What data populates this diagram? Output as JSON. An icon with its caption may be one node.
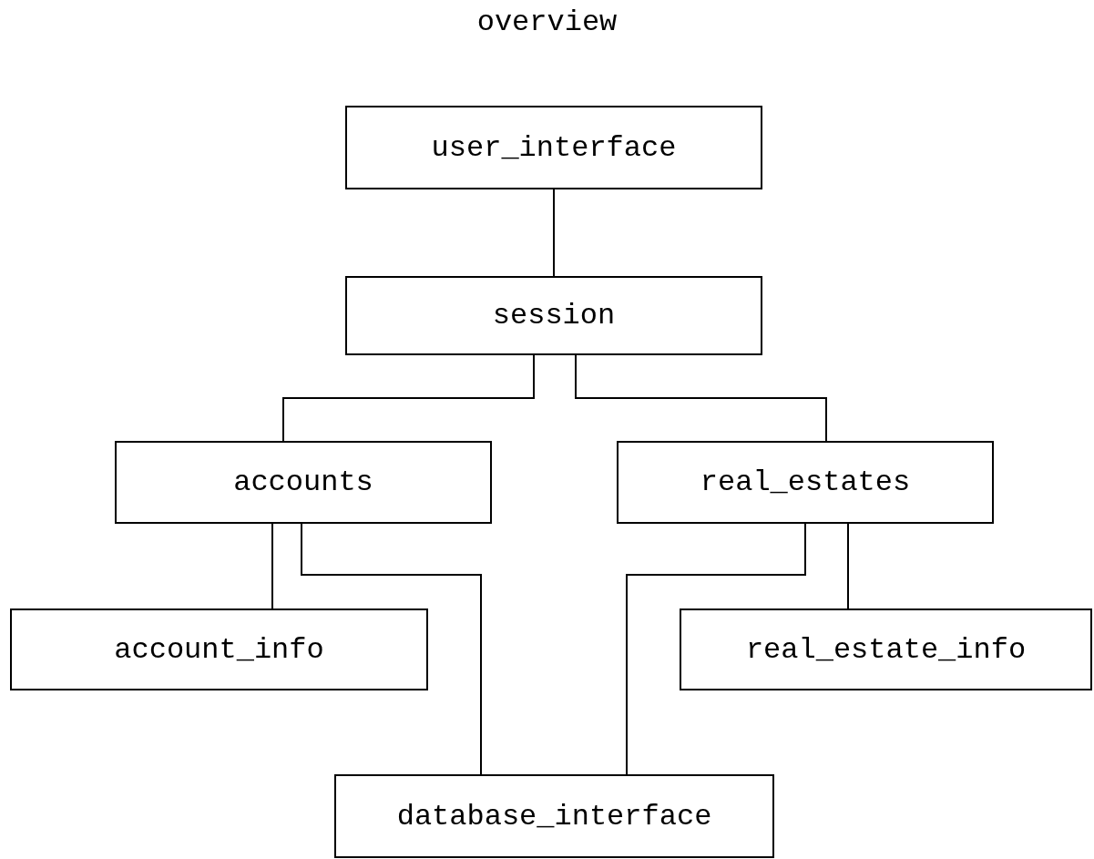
{
  "diagram": {
    "title": "overview",
    "nodes": [
      {
        "text": [
          "user_interface"
        ]
      },
      {
        "text": [
          "session"
        ]
      },
      {
        "text": [
          "accounts"
        ]
      },
      {
        "text": [
          "real_estates"
        ]
      },
      {
        "text": [
          "account_info"
        ]
      },
      {
        "text": [
          "real_estate_info"
        ]
      },
      {
        "text": [
          "database_interface"
        ]
      }
    ],
    "edges": [
      {
        "from": 0,
        "to": 1,
        "arrow": "none"
      },
      {
        "from": 1,
        "to": 2,
        "arrow": "none"
      },
      {
        "from": 1,
        "to": 3,
        "arrow": "none"
      },
      {
        "from": 2,
        "to": 4,
        "arrow": "none"
      },
      {
        "from": 2,
        "to": 6,
        "arrow": "none"
      },
      {
        "from": 3,
        "to": 6,
        "arrow": "none"
      },
      {
        "from": 3,
        "to": 5,
        "arrow": "none"
      }
    ]
  }
}
